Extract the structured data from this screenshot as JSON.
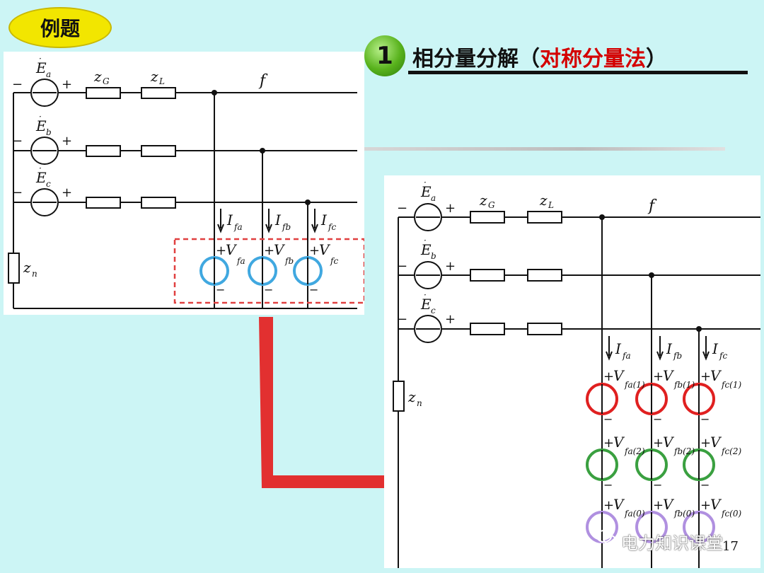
{
  "badge": {
    "label": "例题"
  },
  "title": {
    "number": "1",
    "prefix": "相分量分解（",
    "highlight": "对称分量法",
    "suffix": "）"
  },
  "labels": {
    "Ea": "E",
    "Ea_sub": "a",
    "Eb": "E",
    "Eb_sub": "b",
    "Ec": "E",
    "Ec_sub": "c",
    "zG": "z",
    "zG_sub": "G",
    "zL": "z",
    "zL_sub": "L",
    "zn": "z",
    "zn_sub": "n",
    "f": "f",
    "I": "I",
    "V": "V",
    "fa": "fa",
    "fb": "fb",
    "fc": "fc",
    "fa1": "fa(1)",
    "fb1": "fb(1)",
    "fc1": "fc(1)",
    "fa2": "fa(2)",
    "fb2": "fb(2)",
    "fc2": "fc(2)",
    "fa0": "fa(0)",
    "fb0": "fb(0)",
    "fc0": "fc(0)",
    "plus": "+",
    "minus": "−"
  },
  "colors": {
    "background": "#ccf5f5",
    "positive_seq": "#e02020",
    "negative_seq": "#3aa040",
    "zero_seq": "#b090e0",
    "fault_source": "#40a8e0",
    "arrow": "#e23030",
    "dashed_box": "#e04040"
  },
  "watermark": {
    "text": "电力知识课堂"
  },
  "page_number": "17"
}
